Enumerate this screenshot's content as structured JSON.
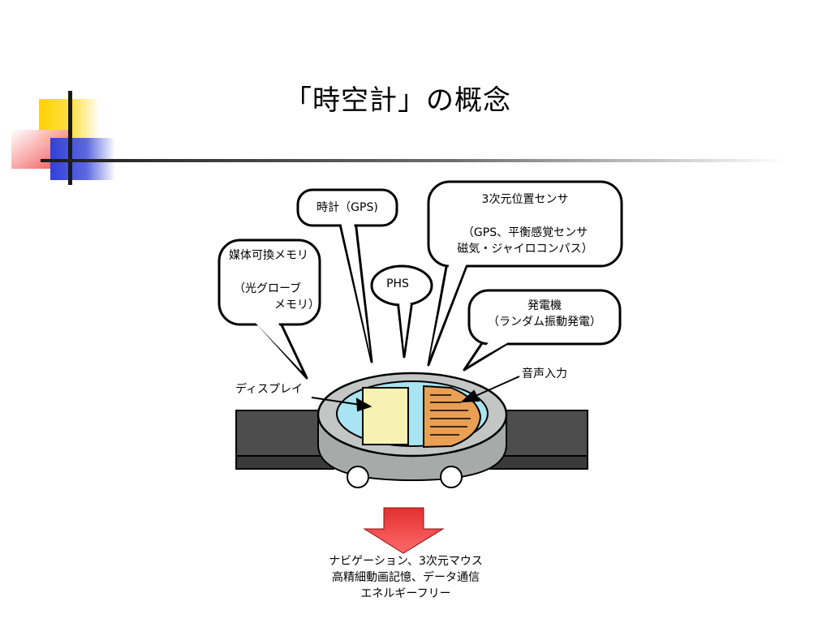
{
  "title": "「時空計」の概念",
  "bubbles": {
    "clock": "時計（GPS)",
    "sensor_line1": "3次元位置センサ",
    "sensor_line2": "（GPS、平衡感覚センサ",
    "sensor_line3": "磁気・ジャイロコンパス）",
    "media_line1": "媒体可換メモリ",
    "media_line2": "（光グローブ",
    "media_line3": "メモリ）",
    "phs": "PHS",
    "generator_line1": "発電機",
    "generator_line2": "（ランダム振動発電）"
  },
  "labels": {
    "display": "ディスプレイ",
    "voice_input": "音声入力"
  },
  "result": {
    "line1": "ナビゲーション、3次元マウス",
    "line2": "高精細動画記憶、データ通信",
    "line3": "エネルギーフリー"
  },
  "colors": {
    "yellow_square": "#FFD200",
    "red_square": "#F23A3A",
    "blue_square": "#3341D8",
    "dial_face": "#A9E4F2",
    "display_panel": "#F7F2B2",
    "speaker_panel": "#E8A055",
    "arrow": "#F34A4A",
    "strap": "#4D4D4D",
    "case": "#BFC0C0"
  }
}
